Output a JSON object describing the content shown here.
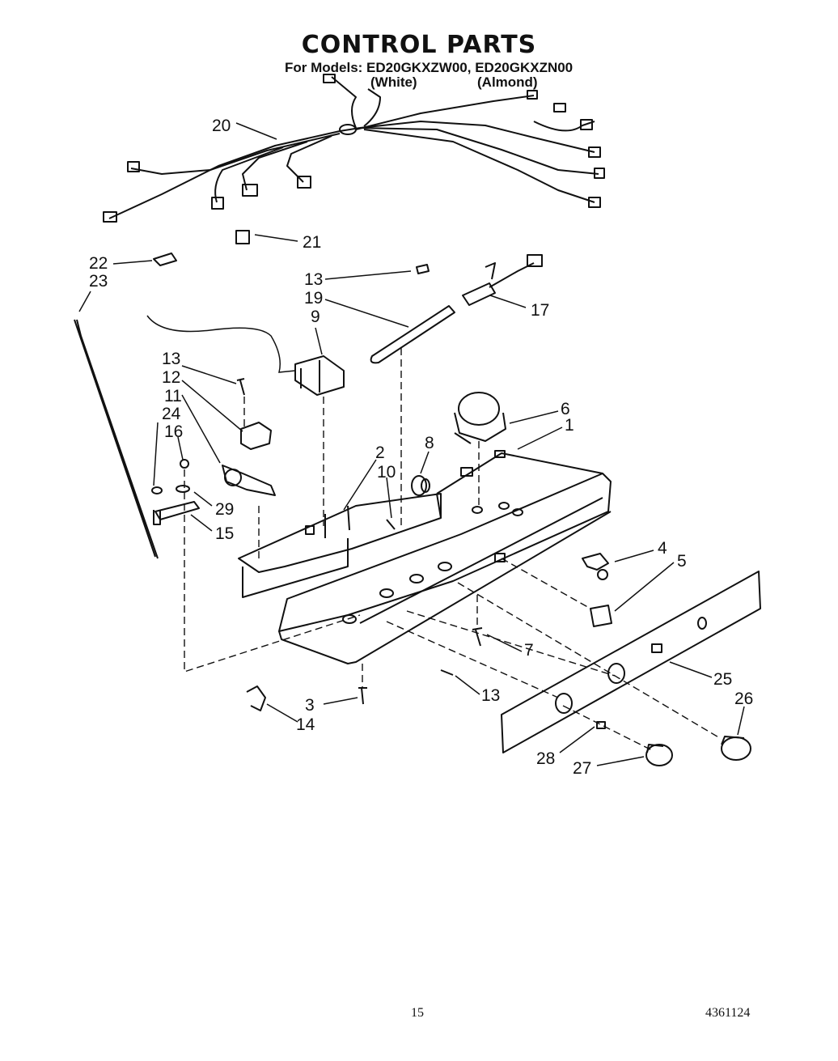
{
  "header": {
    "title": "CONTROL PARTS",
    "models_line": "For Models: ED20GKXZW00, ED20GKXZN00",
    "variant_white": "(White)",
    "variant_almond": "(Almond)"
  },
  "callouts": [
    {
      "id": "c20",
      "label": "20"
    },
    {
      "id": "c21",
      "label": "21"
    },
    {
      "id": "c22",
      "label": "22"
    },
    {
      "id": "c23",
      "label": "23"
    },
    {
      "id": "c13a",
      "label": "13"
    },
    {
      "id": "c19",
      "label": "19"
    },
    {
      "id": "c17",
      "label": "17"
    },
    {
      "id": "c9",
      "label": "9"
    },
    {
      "id": "c13b",
      "label": "13"
    },
    {
      "id": "c12",
      "label": "12"
    },
    {
      "id": "c11",
      "label": "11"
    },
    {
      "id": "c24",
      "label": "24"
    },
    {
      "id": "c16",
      "label": "16"
    },
    {
      "id": "c29",
      "label": "29"
    },
    {
      "id": "c15",
      "label": "15"
    },
    {
      "id": "c6",
      "label": "6"
    },
    {
      "id": "c1",
      "label": "1"
    },
    {
      "id": "c8",
      "label": "8"
    },
    {
      "id": "c2",
      "label": "2"
    },
    {
      "id": "c10",
      "label": "10"
    },
    {
      "id": "c4",
      "label": "4"
    },
    {
      "id": "c5",
      "label": "5"
    },
    {
      "id": "c7",
      "label": "7"
    },
    {
      "id": "c25",
      "label": "25"
    },
    {
      "id": "c26",
      "label": "26"
    },
    {
      "id": "c3",
      "label": "3"
    },
    {
      "id": "c13c",
      "label": "13"
    },
    {
      "id": "c14",
      "label": "14"
    },
    {
      "id": "c28",
      "label": "28"
    },
    {
      "id": "c27",
      "label": "27"
    }
  ],
  "footer": {
    "page_number": "15",
    "document_number": "4361124"
  }
}
